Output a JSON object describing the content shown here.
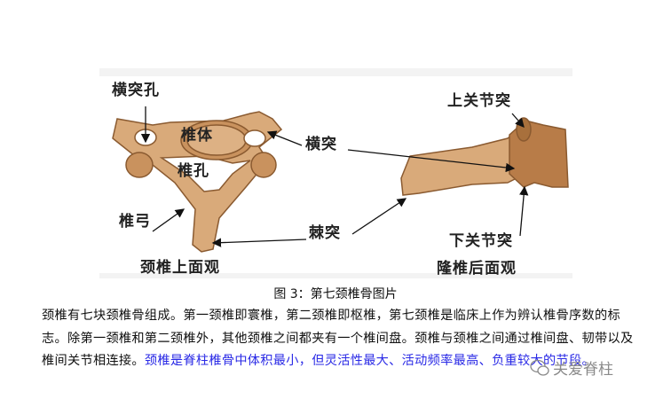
{
  "figure": {
    "labels": {
      "transverse_foramen": "横突孔",
      "vertebral_body": "椎体",
      "vertebral_foramen": "椎孔",
      "vertebral_arch": "椎弓",
      "transverse_process": "横突",
      "spinous_process": "棘突",
      "superior_view": "颈椎上面观",
      "superior_articular": "上关节突",
      "inferior_articular": "下关节突",
      "posterior_view": "隆椎后面观"
    },
    "caption": "图 3：第七颈椎骨图片"
  },
  "paragraph": {
    "black": "颈椎有七块颈椎骨组成。第一颈椎即寰椎，第二颈椎即枢椎，第七颈椎是临床上作为辨认椎骨序数的标志。除第一颈椎和第二颈椎外，其他颈椎之间都夹有一个椎间盘。颈椎与颈椎之间通过椎间盘、韧带以及椎间关节相连接。",
    "blue": "颈椎是脊柱椎骨中体积最小，但灵活性最大、活动频率最高、负重较大的节段。"
  },
  "watermark": {
    "text": "关爱脊柱",
    "icon": "wechat-icon"
  },
  "colors": {
    "blue_text": "#2a2ae6",
    "bone": "#d9aa7a"
  }
}
